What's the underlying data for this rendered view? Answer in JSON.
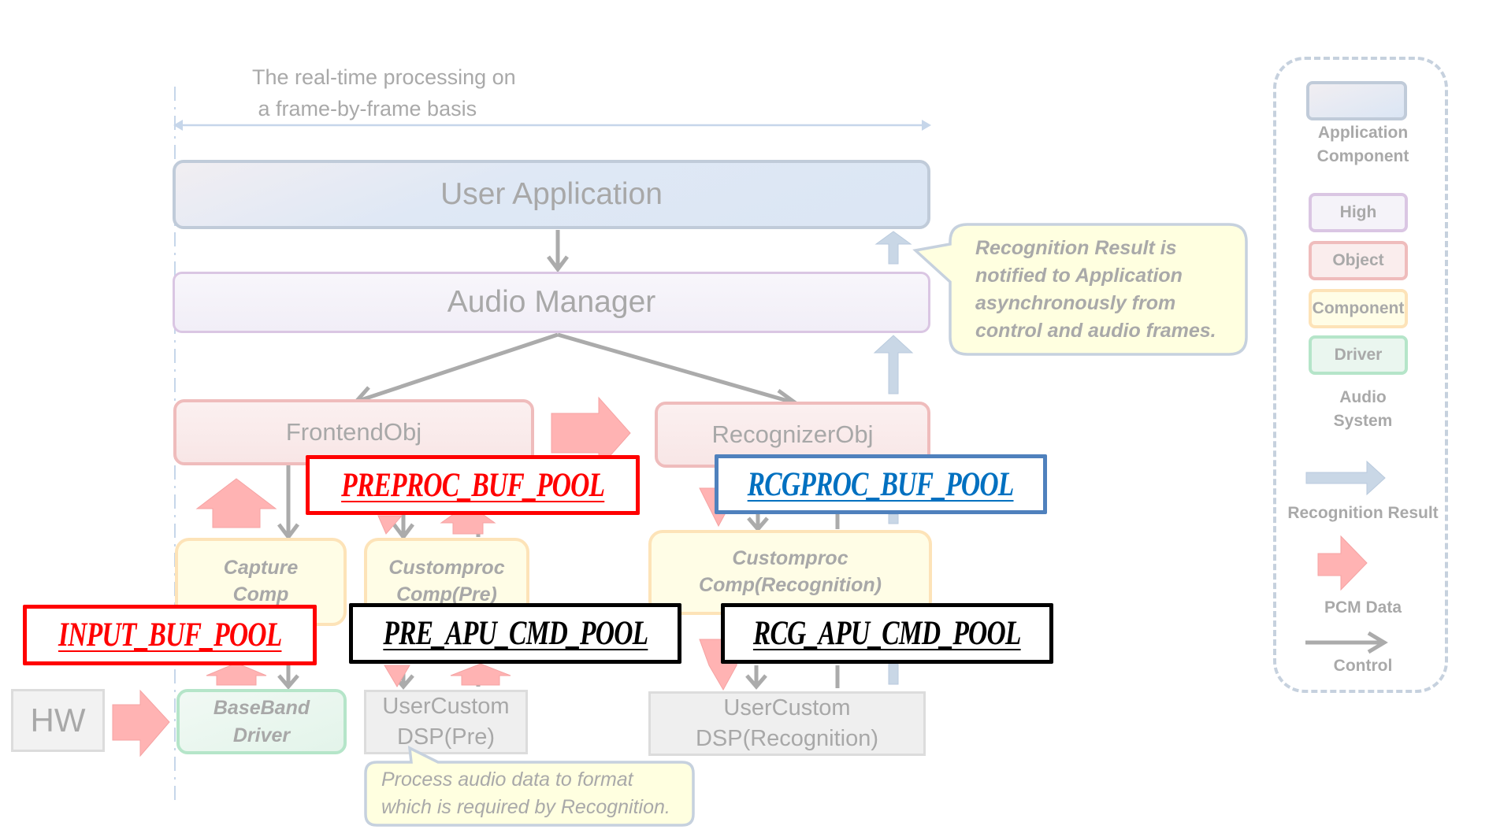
{
  "header": {
    "line1": "The real-time processing on",
    "line2": " a frame-by-frame basis"
  },
  "blocks": {
    "user_application": "User Application",
    "audio_manager": "Audio Manager",
    "frontend_obj": "FrontendObj",
    "recognizer_obj": "RecognizerObj",
    "capture_comp": [
      "Capture",
      "Comp"
    ],
    "customproc_pre": [
      "Customproc",
      "Comp(Pre)"
    ],
    "customproc_recognition": [
      "Customproc",
      "Comp(Recognition)"
    ],
    "baseband_driver": [
      "BaseBand",
      "Driver"
    ],
    "usercustom_dsp_pre": [
      "UserCustom",
      "DSP(Pre)"
    ],
    "usercustom_dsp_recognition": [
      "UserCustom",
      "DSP(Recognition)"
    ],
    "hw": "HW"
  },
  "pools": {
    "preproc": "PREPROC_BUF_POOL",
    "rcgproc": "RCGPROC_BUF_POOL",
    "input": "INPUT_BUF_POOL",
    "pre_apu_cmd": "PRE_APU_CMD_POOL",
    "rcg_apu_cmd": "RCG_APU_CMD_POOL"
  },
  "callouts": {
    "recognition_result": [
      "Recognition Result is",
      "notified to Application",
      "asynchronously from",
      "control and audio frames."
    ],
    "process_audio": [
      "Process audio data to format",
      "which is required by Recognition."
    ]
  },
  "legend": {
    "application_component": [
      "Application",
      "Component"
    ],
    "high": "High",
    "object": "Object",
    "component": "Component",
    "driver": "Driver",
    "audio_system": [
      "Audio",
      "System"
    ],
    "recognition_result": "Recognition Result",
    "pcm_data": "PCM Data",
    "control": "Control"
  },
  "colors": {
    "pool_red": "#ff0000",
    "pool_blue": "#0070c0",
    "pool_black": "#000000",
    "pcm_arrow": "#ffb3b3",
    "result_arrow": "#c9d7e6",
    "control_arrow": "#ababab"
  }
}
